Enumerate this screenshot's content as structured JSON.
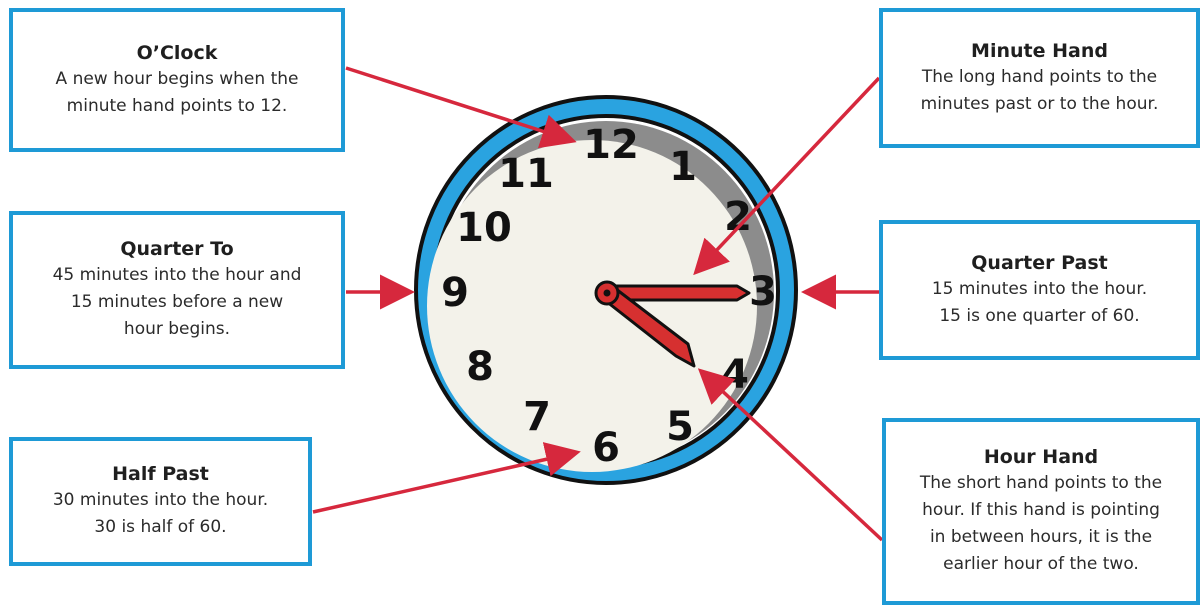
{
  "oclock": {
    "title": "O’Clock",
    "lines": [
      "A new hour begins when the",
      "minute hand points to 12."
    ]
  },
  "quarter_to": {
    "title": "Quarter To",
    "lines": [
      "45 minutes into the hour and",
      "15 minutes before a new",
      "hour begins."
    ]
  },
  "half_past": {
    "title": "Half Past",
    "lines": [
      "30 minutes into the hour.",
      "30 is half of 60."
    ]
  },
  "minute_hand": {
    "title": "Minute Hand",
    "lines": [
      "The long hand points to the",
      "minutes past or to the hour."
    ]
  },
  "quarter_past": {
    "title": "Quarter Past",
    "lines": [
      "15 minutes into the hour.",
      "15 is one quarter of 60."
    ]
  },
  "hour_hand": {
    "title": "Hour Hand",
    "lines": [
      "The short hand points to the",
      "hour. If this hand is pointing",
      "in between hours, it is the",
      "earlier hour of the two."
    ]
  },
  "clock": {
    "numerals": [
      "12",
      "1",
      "2",
      "3",
      "4",
      "5",
      "6",
      "7",
      "8",
      "9",
      "10",
      "11"
    ],
    "minute_hand_points_to": 3,
    "hour_hand_points_between": [
      4,
      5
    ]
  },
  "colors": {
    "box_border": "#1e9ad6",
    "arrow": "#d6283d",
    "clock_rim": "#2aa3e0",
    "clock_face": "#f3f2ea",
    "hands": "#d63030"
  }
}
